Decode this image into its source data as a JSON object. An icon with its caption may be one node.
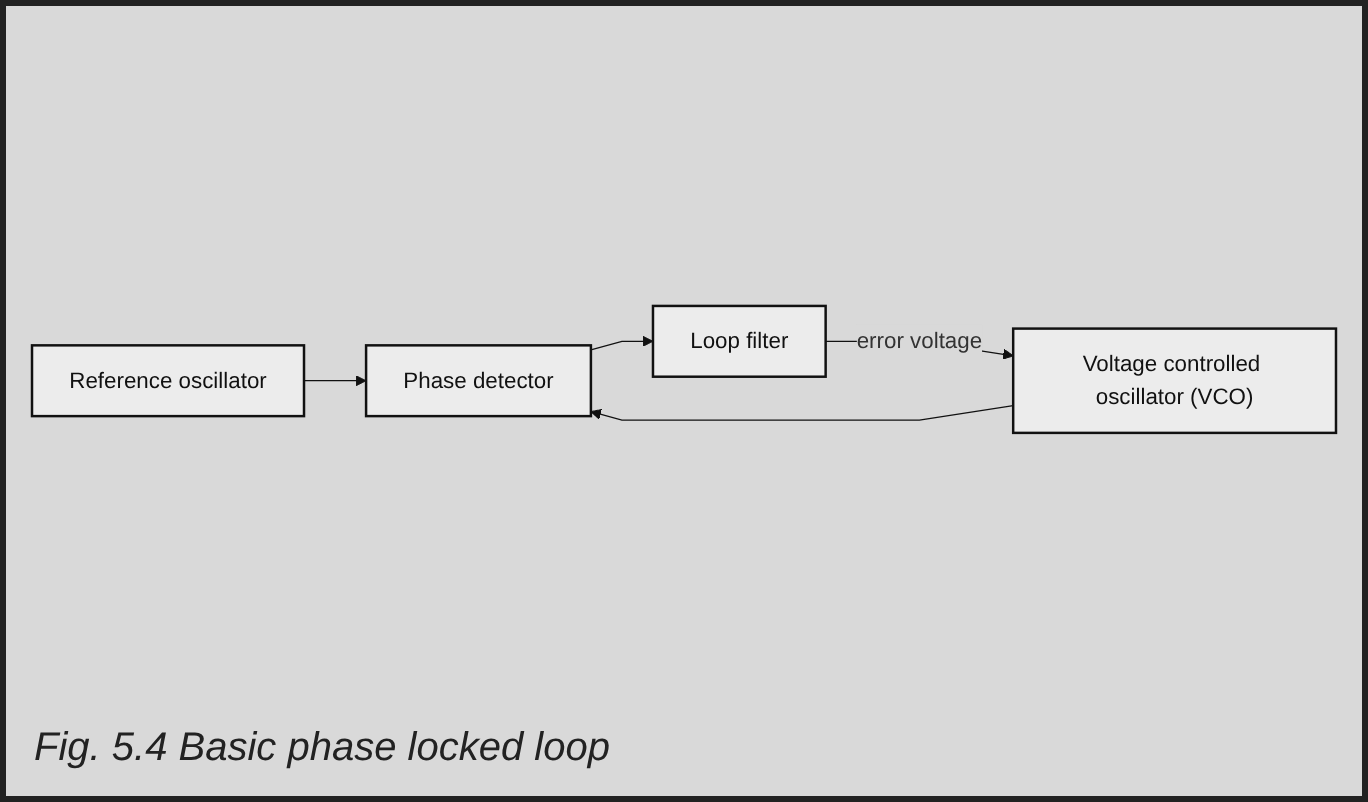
{
  "diagram": {
    "caption": "Fig. 5.4 Basic phase locked loop",
    "nodes": [
      {
        "text": [
          "Reference oscillator"
        ]
      },
      {
        "text": [
          "Phase detector"
        ]
      },
      {
        "text": [
          "Voltage controlled oscillator (VCO)"
        ]
      },
      {
        "text": [
          "Loop filter"
        ]
      }
    ],
    "edges": [
      {
        "from": 0,
        "to": 1,
        "arrow": "to"
      },
      {
        "from": 2,
        "to": 1,
        "arrow": "to"
      },
      {
        "from": 1,
        "to": 3,
        "arrow": "to"
      },
      {
        "from": 3,
        "to": 2,
        "arrow": "to",
        "label": "error voltage"
      }
    ]
  }
}
